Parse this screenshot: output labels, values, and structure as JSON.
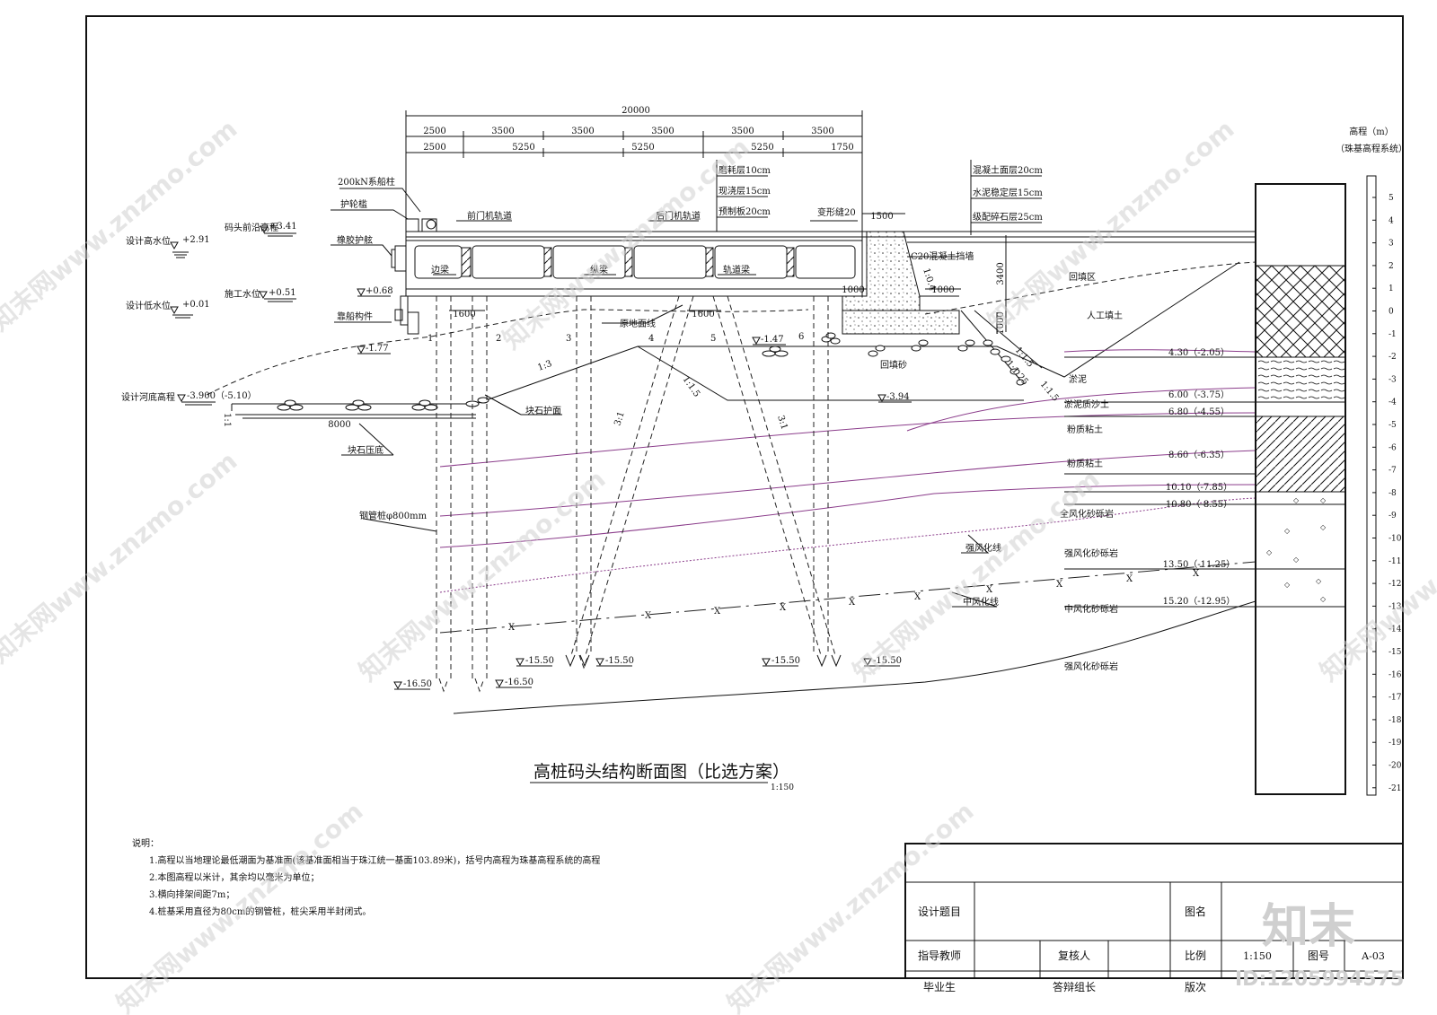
{
  "title": {
    "main": "高桩码头结构断面图（比选方案）",
    "scale": "1:150"
  },
  "dimensions": {
    "overall": "20000",
    "row1": [
      "2500",
      "3500",
      "3500",
      "3500",
      "3500",
      "3500"
    ],
    "row2": [
      "2500",
      "5250",
      "5250",
      "5250",
      "1750"
    ],
    "pile_spacing_1": "1600",
    "pile_spacing_2": "1600",
    "wall_top": "1500",
    "wall_height": "3400",
    "wall_step": "1000",
    "wall_base": "1000",
    "wall_base_h": "1000",
    "toe_length": "8000"
  },
  "pavement_left": [
    "磨耗层10cm",
    "现浇层15cm",
    "预制板20cm"
  ],
  "pavement_right": [
    "混凝土面层20cm",
    "水泥稳定层15cm",
    "级配碎石层25cm"
  ],
  "labels": {
    "bollard": "200kN系船柱",
    "kerb": "护轮槛",
    "fender": "橡胶护舷",
    "mooring": "靠船构件",
    "edge_beam": "边梁",
    "cross_beam": "纵梁",
    "rail_beam": "轨道梁",
    "front_rail": "前门机轨道",
    "rear_rail": "后门机轨道",
    "joint": "变形缝20",
    "wall": "C20混凝土挡墙",
    "wall_slope": "1:0.4",
    "backfill_zone": "回填区",
    "artificial_fill": "人工填土",
    "backfill_sand": "回填砂",
    "original_ground": "原地面线",
    "rock_armor": "块石护面",
    "toe_rock": "块石压底",
    "steel_pile": "钢管桩φ800mm",
    "strong_line": "强风化线",
    "medium_line": "中风化线"
  },
  "water_levels": {
    "design_high": "设计高水位",
    "design_high_val": "+2.91",
    "front_edge": "码头前沿高程",
    "front_edge_val": "+3.41",
    "design_low": "设计低水位",
    "design_low_val": "+0.01",
    "construction": "施工水位",
    "construction_val": "+0.51",
    "river_bed": "设计河底高程",
    "river_bed_val": "-3.900（-5.10）"
  },
  "elevations": [
    "+0.68",
    "-1.77",
    "-1.47",
    "-3.94",
    "-15.50",
    "-15.50",
    "-15.50",
    "-15.50",
    "-16.50",
    "-16.50"
  ],
  "slopes": [
    "1:3",
    "1:1.5",
    "3:1",
    "3:1",
    "1:1",
    "1:1.5",
    "1:1.25",
    "1:1.5"
  ],
  "pile_numbers": [
    "1",
    "2",
    "3",
    "4",
    "5",
    "6"
  ],
  "soil_layers": [
    {
      "depth": "4.30（-2.05）",
      "name": "淤泥"
    },
    {
      "depth": "6.00（-3.75）",
      "name": "淤泥质沙土"
    },
    {
      "depth": "6.80（-4.55）",
      "name": "粉质粘土"
    },
    {
      "depth": "8.60（-6.35）",
      "name": "粉质粘土"
    },
    {
      "depth": "10.10（-7.85）",
      "name": "全风化砂砾岩"
    },
    {
      "depth": "10.80（-8.55）",
      "name": "强风化砂砾岩"
    },
    {
      "depth": "13.50（-11.25）",
      "name": "中风化砂砾岩"
    },
    {
      "depth": "15.20（-12.95）",
      "name": "强风化砂砾岩"
    }
  ],
  "elevation_scale": {
    "title": "高程（m）",
    "subtitle": "（珠基高程系统）",
    "ticks": [
      "5",
      "4",
      "3",
      "2",
      "1",
      "0",
      "-1",
      "-2",
      "-3",
      "-4",
      "-5",
      "-6",
      "-7",
      "-8",
      "-9",
      "-10",
      "-11",
      "-12",
      "-13",
      "-14",
      "-15",
      "-16",
      "-17",
      "-18",
      "-19",
      "-20",
      "-21"
    ]
  },
  "notes": {
    "heading": "说明：",
    "items": [
      "1.高程以当地理论最低潮面为基准面(该基准面相当于珠江统一基面103.89米)，括号内高程为珠基高程系统的高程",
      "2.本图高程以米计，其余均以毫米为单位；",
      "3.横向排架间距7m；",
      "4.桩基采用直径为80cm的钢管桩，桩尖采用半封闭式。"
    ]
  },
  "title_block": {
    "design_topic": "设计题目",
    "drawing_name": "图名",
    "advisor": "指导教师",
    "reviewer": "复核人",
    "scale_label": "比例",
    "scale_value": "1:150",
    "drawing_no_label": "图号",
    "drawing_no_value": "A-03",
    "student": "毕业生",
    "defense_leader": "答辩组长",
    "edition": "版次"
  },
  "watermark": {
    "site": "知末网www.znzmo.com",
    "logo": "知末",
    "id": "ID:1205994575"
  }
}
